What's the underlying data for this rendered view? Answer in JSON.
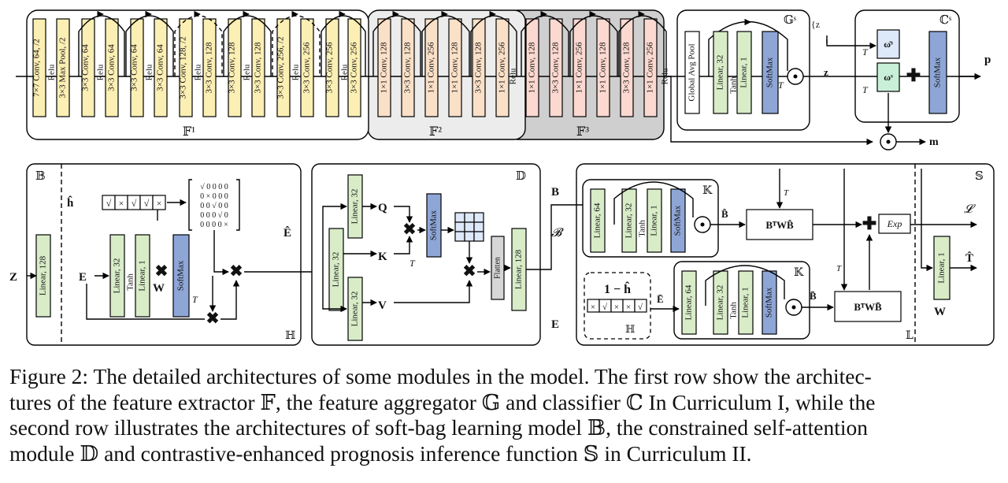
{
  "module_labels": {
    "F1": "𝔽¹",
    "F2": "𝔽²",
    "F3": "𝔽³",
    "G": "𝔾ˢ",
    "C": "ℂˢ",
    "B": "𝔹",
    "H": "ℍ",
    "D": "𝔻",
    "S": "𝕊",
    "K": "𝕂",
    "L": "𝕃"
  },
  "f1_layers": [
    {
      "main": "7×7 Conv, 64, /2",
      "relu": "Relu",
      "color": "#fcefb4"
    },
    {
      "main": "3×3 Max Pool, /2",
      "relu": "",
      "color": "#fcefb4"
    },
    {
      "main": "3×3 Conv, 64",
      "relu": "Relu",
      "color": "#fcefb4"
    },
    {
      "main": "3×3 Conv, 64",
      "relu": "",
      "color": "#fcefb4"
    },
    {
      "main": "3×3 Conv, 64",
      "relu": "Relu",
      "color": "#fcefb4"
    },
    {
      "main": "3×3 Conv, 64",
      "relu": "",
      "color": "#fcefb4"
    },
    {
      "main": "3×3 Conv, 128, /2",
      "relu": "Relu",
      "color": "#fcefb4"
    },
    {
      "main": "3×3 Conv, 128",
      "relu": "",
      "color": "#fcefb4"
    },
    {
      "main": "3×3 Conv, 128",
      "relu": "Relu",
      "color": "#fcefb4"
    },
    {
      "main": "3×3 Conv, 128",
      "relu": "",
      "color": "#fcefb4"
    },
    {
      "main": "3×3 Conv, 256, /2",
      "relu": "Relu",
      "color": "#fcefb4"
    },
    {
      "main": "3×3 Conv, 256",
      "relu": "",
      "color": "#fcefb4"
    },
    {
      "main": "3×3 Conv, 256",
      "relu": "Relu",
      "color": "#fcefb4"
    },
    {
      "main": "3×3 Conv, 256",
      "relu": "",
      "color": "#fcefb4"
    }
  ],
  "f2_layers": [
    {
      "main": "1×1 Conv, 128",
      "relu": "",
      "color": "#fbe0c8"
    },
    {
      "main": "3×3 Conv, 128",
      "relu": "",
      "color": "#fbe0c8"
    },
    {
      "main": "1×1 Conv, 256",
      "relu": "",
      "color": "#fbe0c8"
    },
    {
      "main": "1×1 Conv, 128",
      "relu": "",
      "color": "#fbe0c8"
    },
    {
      "main": "3×3 Conv, 128",
      "relu": "",
      "color": "#fbe0c8"
    },
    {
      "main": "1×1 Conv, 256",
      "relu": "",
      "color": "#fbe0c8"
    }
  ],
  "f3_layers": [
    {
      "main": "1×1 Conv, 128",
      "relu": "",
      "color": "#fbd8d0"
    },
    {
      "main": "3×3 Conv, 128",
      "relu": "",
      "color": "#fbd8d0"
    },
    {
      "main": "1×1 Conv, 256",
      "relu": "",
      "color": "#fbd8d0"
    },
    {
      "main": "1×1 Conv, 128",
      "relu": "",
      "color": "#fbd8d0"
    },
    {
      "main": "3×3 Conv, 128",
      "relu": "",
      "color": "#fbd8d0"
    },
    {
      "main": "1×1 Conv, 256",
      "relu": "",
      "color": "#fbd8d0"
    }
  ],
  "relu": "Relu",
  "tanh": "Tanh",
  "global_pool": "Global Avg Pool",
  "linear_32": "Linear, 32",
  "linear_1": "Linear, 1",
  "linear_64": "Linear, 64",
  "linear_128": "Linear, 128",
  "softmax": "SoftMax",
  "flatten": "Flatten",
  "exp": "Exp",
  "T": "T",
  "mask_labels": [
    "√",
    "×",
    "√",
    "√",
    "×"
  ],
  "mask_labels_inv": [
    "×",
    "√",
    "×",
    "×",
    "√"
  ],
  "mask_matrix": [
    "√ 0 0 0 0",
    "0 × 0 0 0",
    "0 0 √ 0 0",
    "0 0 0 √ 0",
    "0 0 0 0 ×"
  ],
  "one_minus_h": "1 − ĥ",
  "symbols": {
    "z_prev": "{z",
    "z_cur": "z",
    "omega_bar": "ω̄ˢ",
    "omega": "ωˢ",
    "p": "p",
    "m": "m",
    "Z": "Z",
    "E": "E",
    "W": "W",
    "h_hat": "ĥ",
    "E_hat": "Ê",
    "Q": "Q",
    "K": "K",
    "V": "V",
    "B": "B",
    "B_cal": "𝓑",
    "B_hat": "B̂",
    "B_bar": "B̄",
    "E_bar": "Ē",
    "L_tcl": "𝓛",
    "T_hat": "T̂",
    "W_S": "W",
    "formula1": "BᵀWB̂",
    "formula2": "BᵀWB̄"
  },
  "caption": [
    "Figure 2: The detailed architectures of some modules in the model. The first row show the architec-",
    "tures of the feature extractor 𝔽, the feature aggregator 𝔾 and classifier ℂ In Curriculum I, while the",
    "second row illustrates the architectures of soft-bag learning model 𝔹, the constrained self-attention",
    "module 𝔻 and contrastive-enhanced prognosis inference function 𝕊 in Curriculum II."
  ],
  "colors": {
    "yellow": "#fcefb4",
    "peach": "#fbe0c8",
    "pink": "#fbd8d0",
    "green": "#d8ecc8",
    "blue": "#8ea6d6",
    "gray": "#d6d6d6",
    "f2bg": "#ececec",
    "f3bg": "#cfcfcf",
    "mint": "#c8f0d8",
    "lightblue": "#dde8f8"
  }
}
